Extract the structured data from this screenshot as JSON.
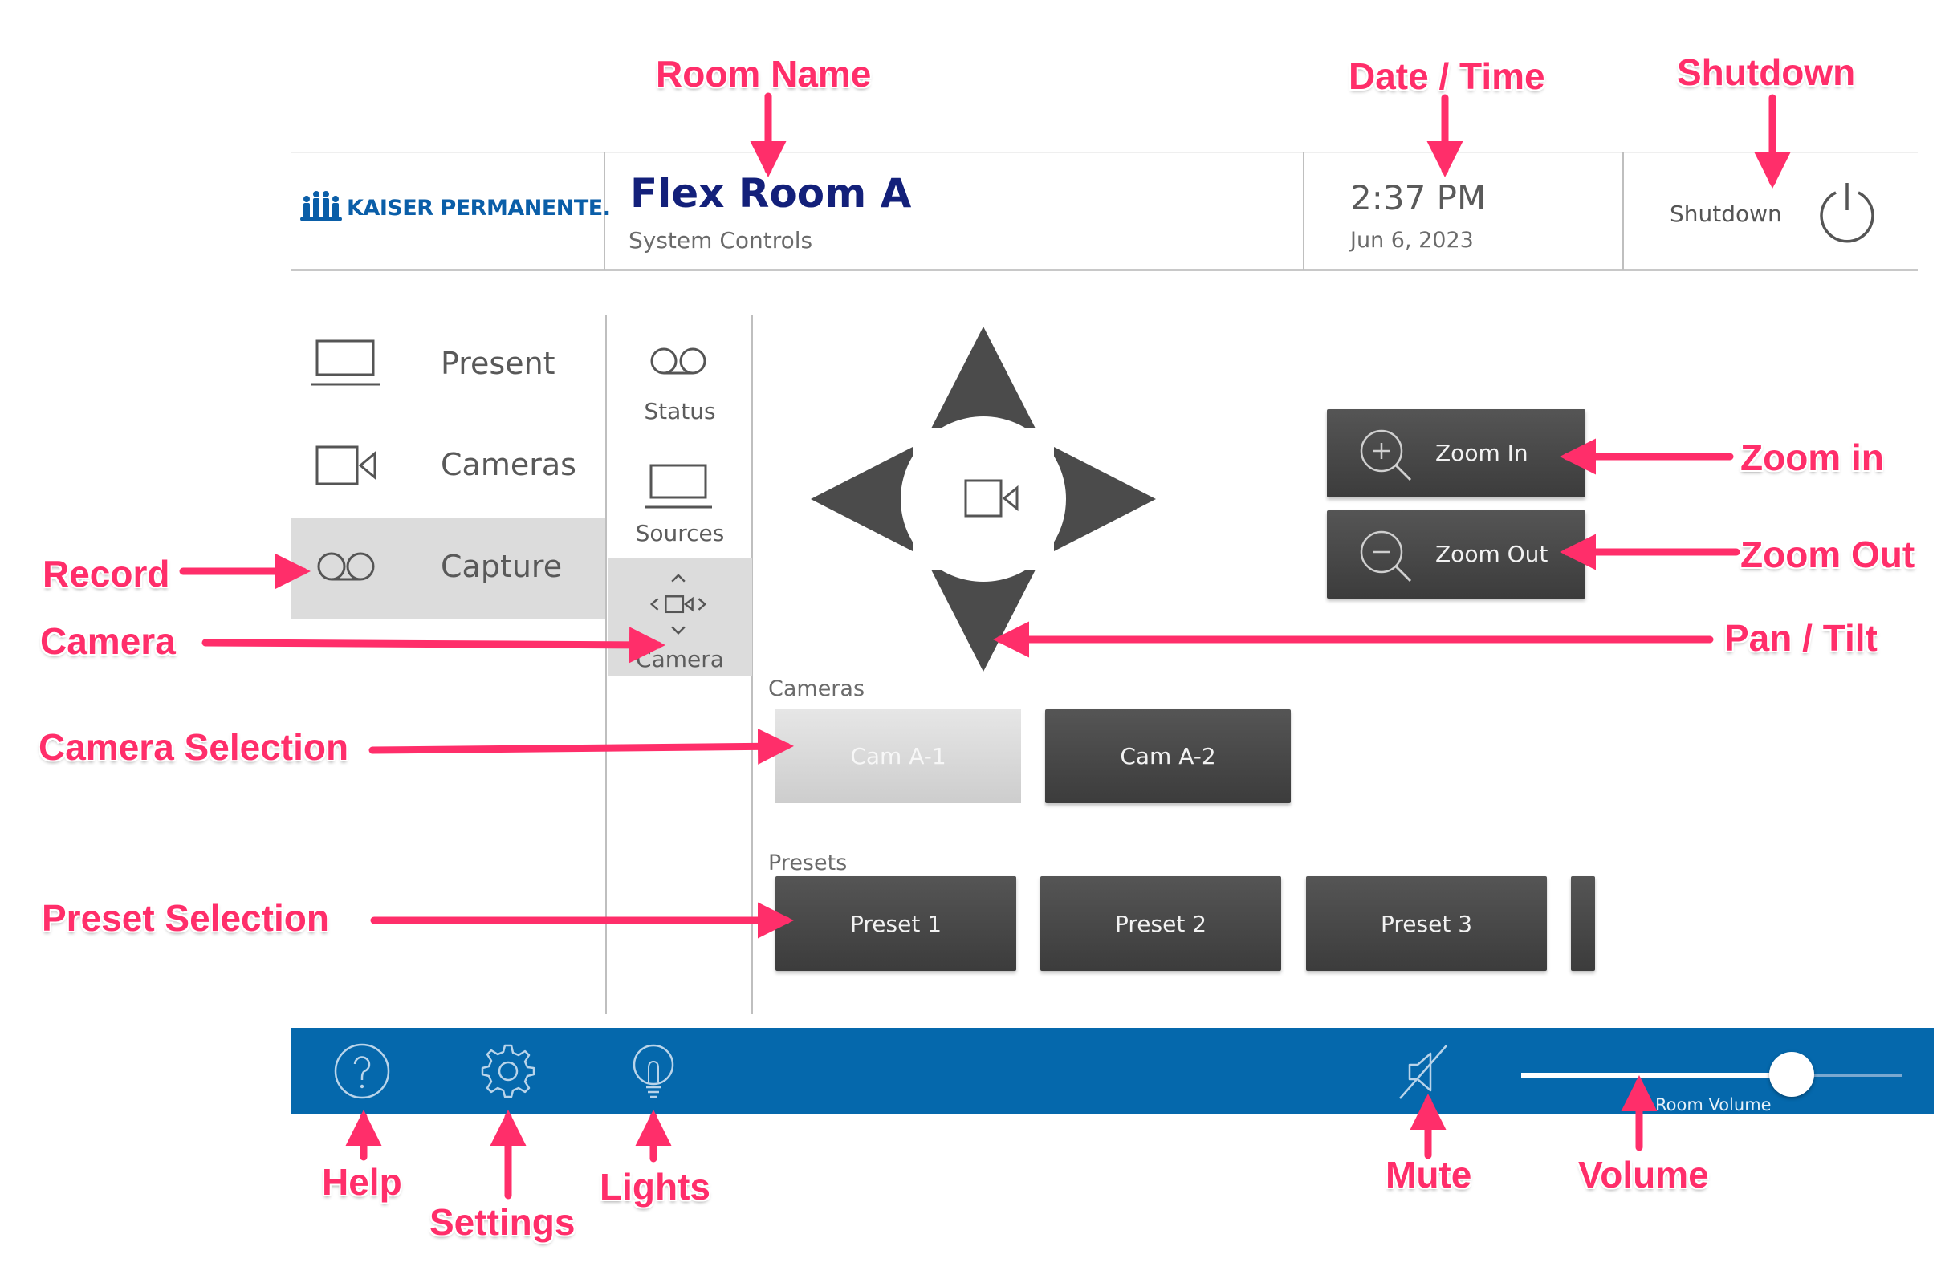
{
  "header": {
    "logo_text": "KAISER PERMANENTE.",
    "room_name": "Flex Room A",
    "room_subtitle": "System Controls",
    "time": "2:37 PM",
    "date": "Jun 6, 2023",
    "shutdown_label": "Shutdown"
  },
  "nav": {
    "items": [
      {
        "label": "Present",
        "icon": "laptop-icon"
      },
      {
        "label": "Cameras",
        "icon": "video-camera-icon"
      },
      {
        "label": "Capture",
        "icon": "record-icon",
        "active": true
      }
    ]
  },
  "subnav": {
    "items": [
      {
        "label": "Status",
        "icon": "record-icon"
      },
      {
        "label": "Sources",
        "icon": "laptop-icon"
      },
      {
        "label": "Camera",
        "icon": "pan-tilt-icon",
        "active": true
      }
    ]
  },
  "camera": {
    "zoom_in_label": "Zoom In",
    "zoom_out_label": "Zoom Out",
    "cameras_label": "Cameras",
    "cameras": [
      {
        "label": "Cam A-1",
        "selected": true
      },
      {
        "label": "Cam A-2",
        "selected": false
      }
    ],
    "presets_label": "Presets",
    "presets": [
      "Preset 1",
      "Preset 2",
      "Preset 3"
    ]
  },
  "footer": {
    "volume_label": "Room Volume",
    "volume_level": 0.71,
    "icons": [
      "help-icon",
      "settings-icon",
      "lights-icon",
      "mute-icon"
    ]
  },
  "annotations": {
    "room_name": "Room Name",
    "date_time": "Date / Time",
    "shutdown": "Shutdown",
    "zoom_in": "Zoom in",
    "zoom_out": "Zoom Out",
    "record": "Record",
    "camera": "Camera",
    "pan_tilt": "Pan / Tilt",
    "camera_selection": "Camera Selection",
    "preset_selection": "Preset Selection",
    "help": "Help",
    "settings": "Settings",
    "lights": "Lights",
    "mute": "Mute",
    "volume": "Volume"
  },
  "colors": {
    "footer_bar": "#0568ac",
    "room_name": "#13207a",
    "logo": "#0a5ea8",
    "annotation": "#ff2e6a",
    "dark_button": "#474747",
    "selected_button": "#d9d9d9"
  }
}
